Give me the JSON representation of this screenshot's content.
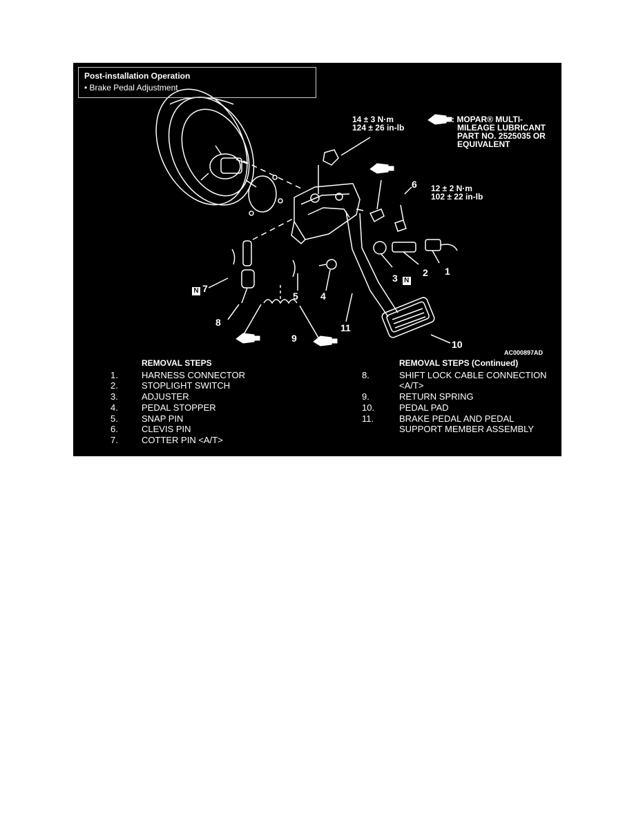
{
  "post_install": {
    "title": "Post-installation Operation",
    "item": "•  Brake Pedal Adjustment"
  },
  "torque_1": {
    "line1": "14 ± 3 N·m",
    "line2": "124 ± 26 in-lb"
  },
  "torque_2": {
    "line1": "12 ± 2 N·m",
    "line2": "102 ± 22 in-lb"
  },
  "lubricant_note": {
    "line1": ": MOPAR® MULTI-",
    "line2": "MILEAGE LUBRICANT",
    "line3": "PART NO. 2525035 OR",
    "line4": "EQUIVALENT"
  },
  "callouts": {
    "c1": "1",
    "c2": "2",
    "c3": "3",
    "c4": "4",
    "c5": "5",
    "c6": "6",
    "c7": "7",
    "c8": "8",
    "c9": "9",
    "c10": "10",
    "c11": "11",
    "n_badge": "N"
  },
  "figure_code": "AC000897AD",
  "removal_left": {
    "heading": "REMOVAL STEPS",
    "steps": [
      {
        "n": "1.",
        "t": "HARNESS CONNECTOR"
      },
      {
        "n": "2.",
        "t": "STOPLIGHT SWITCH"
      },
      {
        "n": "3.",
        "t": "ADJUSTER"
      },
      {
        "n": "4.",
        "t": "PEDAL STOPPER"
      },
      {
        "n": "5.",
        "t": "SNAP PIN"
      },
      {
        "n": "6.",
        "t": "CLEVIS PIN"
      },
      {
        "n": "7.",
        "t": "COTTER PIN <A/T>"
      }
    ]
  },
  "removal_right": {
    "heading": "REMOVAL STEPS (Continued)",
    "steps": [
      {
        "n": "8.",
        "t": "SHIFT LOCK CABLE CONNECTION"
      },
      {
        "n": "",
        "t": "<A/T>"
      },
      {
        "n": "9.",
        "t": "RETURN SPRING"
      },
      {
        "n": "10.",
        "t": "PEDAL PAD"
      },
      {
        "n": "11.",
        "t": "BRAKE PEDAL AND PEDAL"
      },
      {
        "n": "",
        "t": "SUPPORT MEMBER ASSEMBLY"
      }
    ]
  }
}
